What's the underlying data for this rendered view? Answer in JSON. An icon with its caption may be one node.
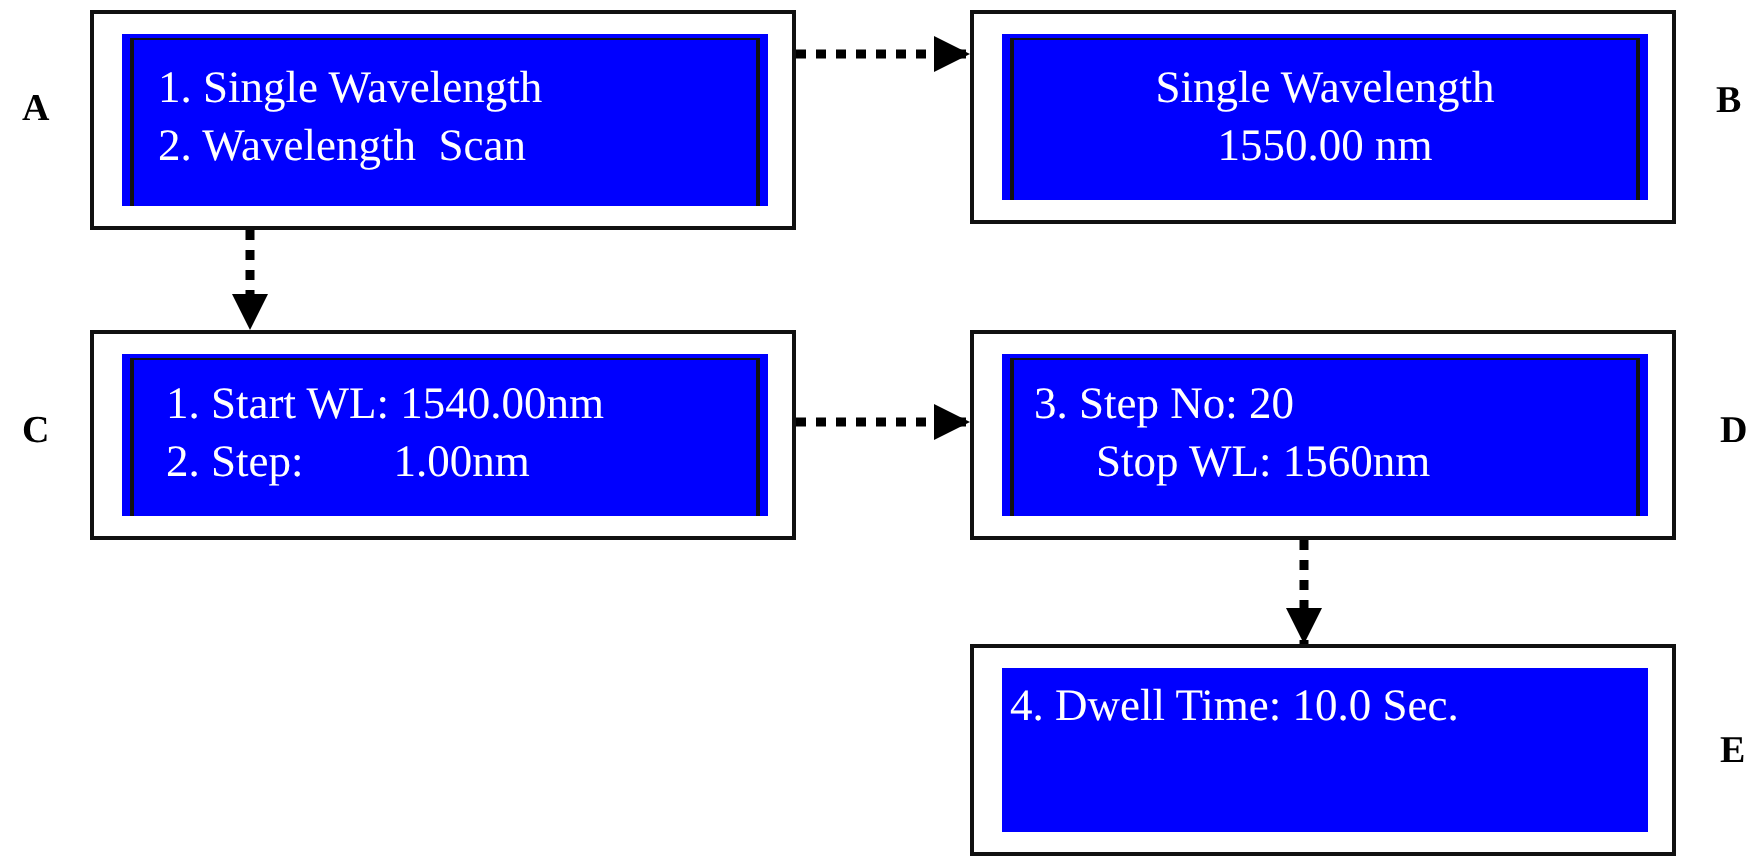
{
  "diagram": {
    "nodes": [
      {
        "text": [
          "1. Single Wavelength",
          "2. Wavelength  Scan"
        ],
        "beside": [
          "A"
        ]
      },
      {
        "text": [
          "Single Wavelength",
          "1550.00 nm"
        ],
        "beside": [
          "B"
        ]
      },
      {
        "text": [
          "1. Start WL: 1540.00nm",
          "2. Step:        1.00nm"
        ],
        "beside": [
          "C"
        ]
      },
      {
        "text": [
          "3. Step No: 20",
          "Stop WL: 1560nm"
        ],
        "beside": [
          "D"
        ]
      },
      {
        "text": [
          "4. Dwell Time: 10.0 Sec."
        ],
        "beside": [
          "E"
        ]
      }
    ],
    "edges": [
      {
        "from": 0,
        "to": 1,
        "arrow": "to",
        "style": "dashed"
      },
      {
        "from": 0,
        "to": 2,
        "arrow": "to",
        "style": "dashed"
      },
      {
        "from": 2,
        "to": 3,
        "arrow": "to",
        "style": "dashed"
      },
      {
        "from": 3,
        "to": 4,
        "arrow": "to",
        "style": "dashed"
      }
    ]
  }
}
